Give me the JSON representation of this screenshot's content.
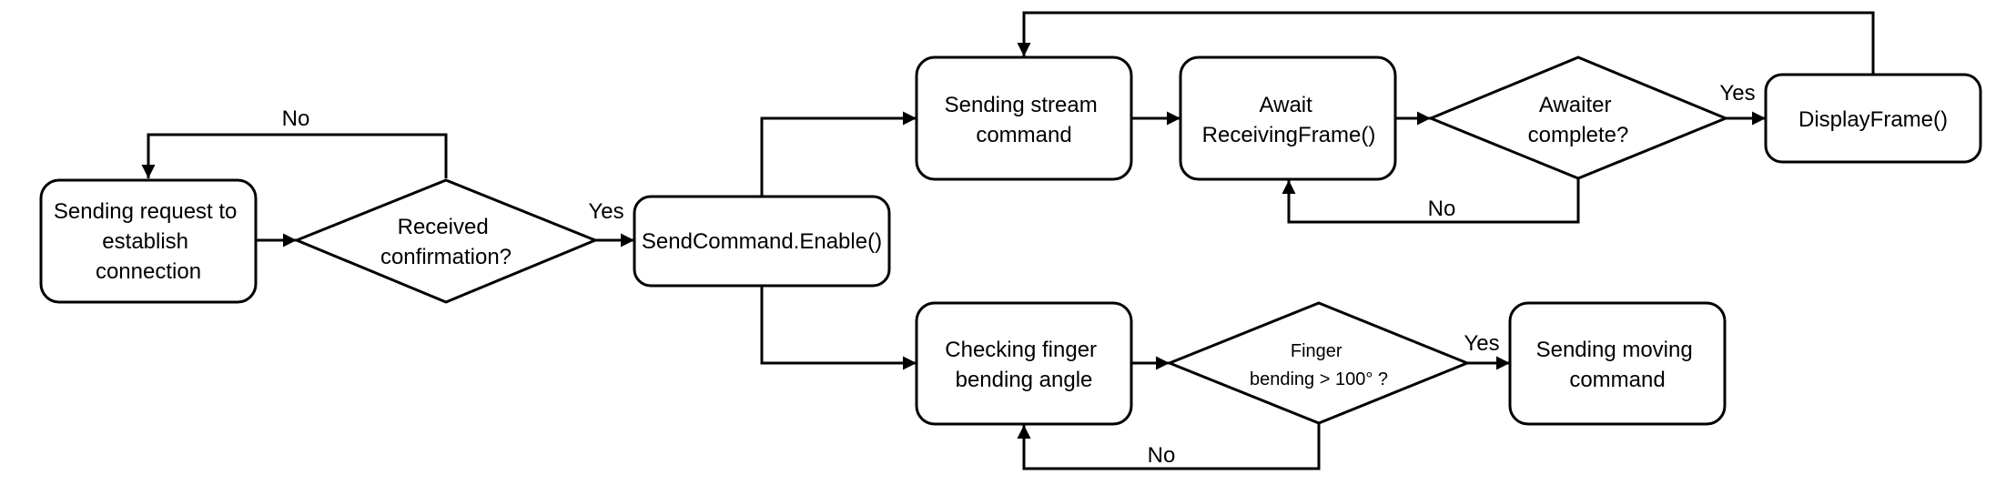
{
  "diagram": {
    "nodes": {
      "request": {
        "lines": [
          "Sending request to",
          "establish",
          "connection"
        ]
      },
      "confirm": {
        "lines": [
          "Received",
          "confirmation?"
        ]
      },
      "enable": {
        "lines": [
          "SendCommand.Enable()"
        ]
      },
      "stream": {
        "lines": [
          "Sending stream",
          "command"
        ]
      },
      "await": {
        "lines": [
          "Await",
          "ReceivingFrame()"
        ]
      },
      "complete": {
        "lines": [
          "Awaiter",
          "complete?"
        ]
      },
      "display": {
        "lines": [
          "DisplayFrame()"
        ]
      },
      "angle": {
        "lines": [
          "Checking finger",
          "bending angle"
        ]
      },
      "bending": {
        "lines": [
          "Finger",
          "bending > 100° ?"
        ]
      },
      "moving": {
        "lines": [
          "Sending moving",
          "command"
        ]
      }
    },
    "edge_labels": {
      "confirm_no": "No",
      "confirm_yes": "Yes",
      "complete_yes": "Yes",
      "complete_no": "No",
      "bending_yes": "Yes",
      "bending_no": "No"
    }
  }
}
